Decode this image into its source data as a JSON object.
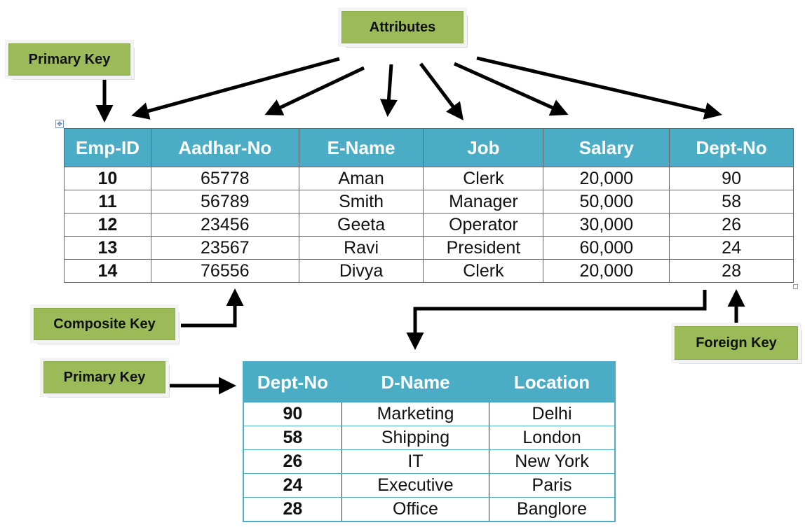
{
  "labels": {
    "attributes": "Attributes",
    "primary_key_top": "Primary Key",
    "composite_key": "Composite Key",
    "primary_key_bottom": "Primary Key",
    "foreign_key": "Foreign Key"
  },
  "employee_table": {
    "headers": [
      "Emp-ID",
      "Aadhar-No",
      "E-Name",
      "Job",
      "Salary",
      "Dept-No"
    ],
    "rows": [
      [
        "10",
        "65778",
        "Aman",
        "Clerk",
        "20,000",
        "90"
      ],
      [
        "11",
        "56789",
        "Smith",
        "Manager",
        "50,000",
        "58"
      ],
      [
        "12",
        "23456",
        "Geeta",
        "Operator",
        "30,000",
        "26"
      ],
      [
        "13",
        "23567",
        "Ravi",
        "President",
        "60,000",
        "24"
      ],
      [
        "14",
        "76556",
        "Divya",
        "Clerk",
        "20,000",
        "28"
      ]
    ]
  },
  "department_table": {
    "headers": [
      "Dept-No",
      "D-Name",
      "Location"
    ],
    "rows": [
      [
        "90",
        "Marketing",
        "Delhi"
      ],
      [
        "58",
        "Shipping",
        "London"
      ],
      [
        "26",
        "IT",
        "New York"
      ],
      [
        "24",
        "Executive",
        "Paris"
      ],
      [
        "28",
        "Office",
        "Banglore"
      ]
    ]
  },
  "colors": {
    "header_bg": "#4bacc6",
    "label_bg": "#9bbb59"
  }
}
